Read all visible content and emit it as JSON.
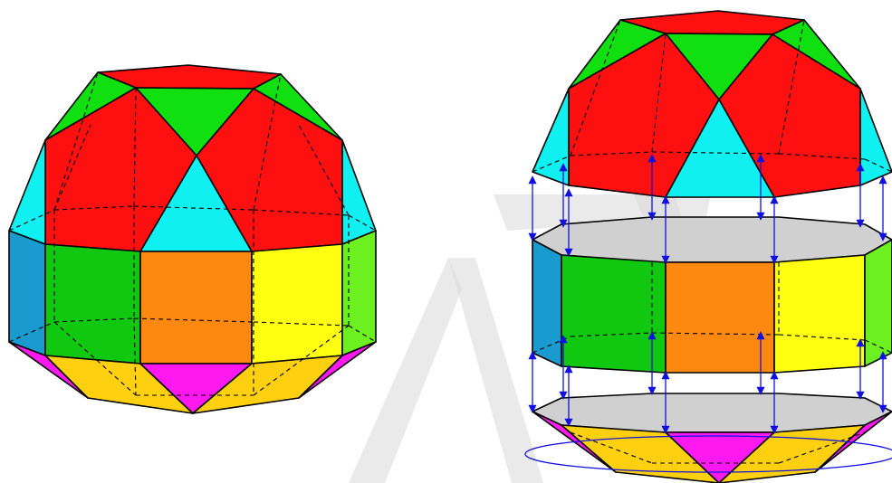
{
  "figures": [
    {
      "name": "assembled-polyhedron",
      "view": "assembled"
    },
    {
      "name": "exploded-polyhedron",
      "view": "exploded"
    }
  ],
  "colors": {
    "red": "#ff1010",
    "green": "#10e010",
    "cyan": "#10f0f0",
    "orange": "#ff8810",
    "yellow": "#ffff10",
    "dark_green": "#10c810",
    "steel_blue": "#1a9bd0",
    "lime": "#6cf020",
    "magenta": "#ff18f0",
    "gold": "#ffd010",
    "gray_cap": "#d0d0d0",
    "arrow_blue": "#1010e0"
  }
}
